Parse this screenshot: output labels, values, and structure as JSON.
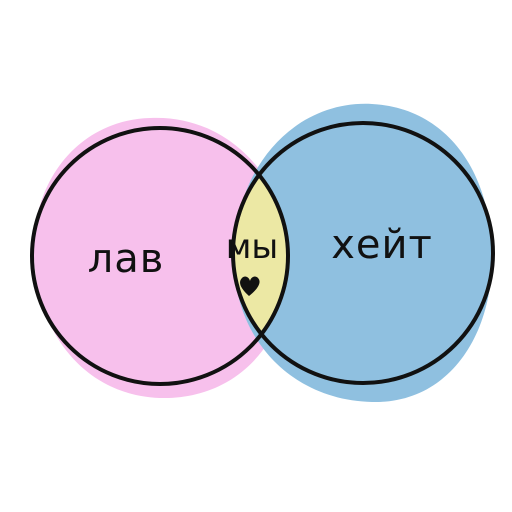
{
  "diagram": {
    "type": "venn",
    "sets": [
      {
        "label": "лав",
        "fill": "#f7c0ec",
        "stroke": "#111111"
      },
      {
        "label": "хейт",
        "fill": "#8fc0e0",
        "stroke": "#111111"
      }
    ],
    "intersection": {
      "label": "мы",
      "fill": "#ece8a4",
      "icon": "heart-icon"
    },
    "colors": {
      "background": "#ffffff",
      "outline": "#111111"
    }
  }
}
